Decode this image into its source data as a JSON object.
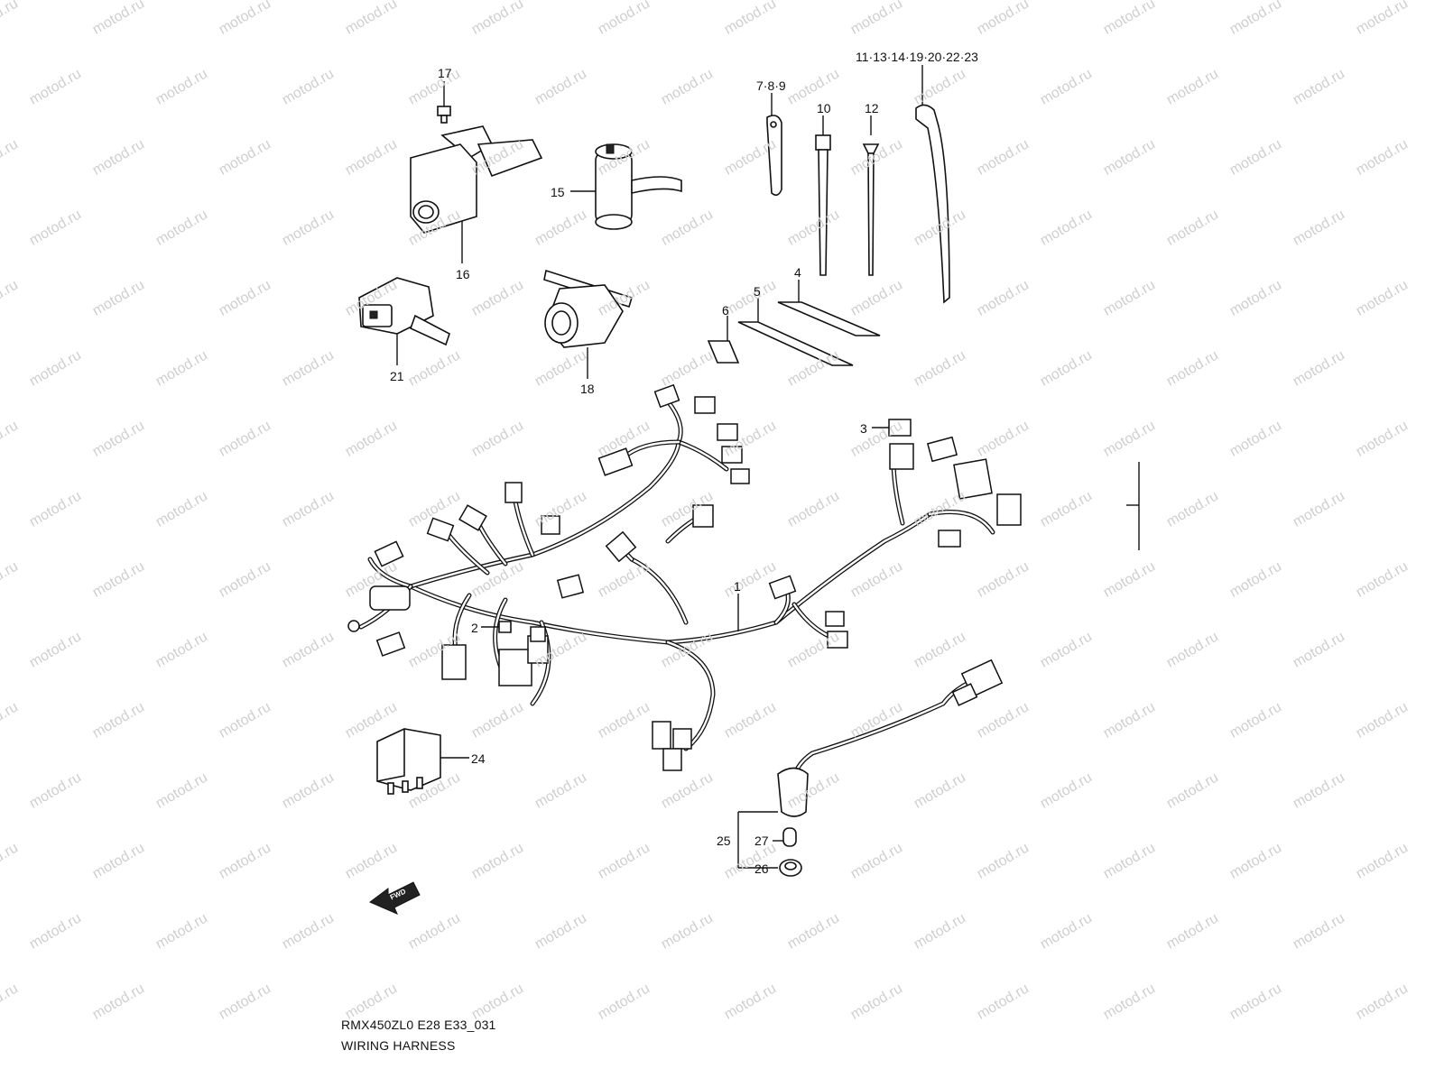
{
  "watermark": "motod.ru",
  "callouts": {
    "c17": "17",
    "c15": "15",
    "c16": "16",
    "c21": "21",
    "c18": "18",
    "c789": "7·8·9",
    "c10": "10",
    "c12": "12",
    "c11_23": "11·13·14·19·20·22·23",
    "c4": "4",
    "c5": "5",
    "c6": "6",
    "c3": "3",
    "c1": "1",
    "c2": "2",
    "c24": "24",
    "c25": "25",
    "c27": "27",
    "c26": "26"
  },
  "fwd_badge": "FWD",
  "caption": {
    "code": "RMX450ZL0 E28 E33_031",
    "title": "WIRING HARNESS"
  }
}
